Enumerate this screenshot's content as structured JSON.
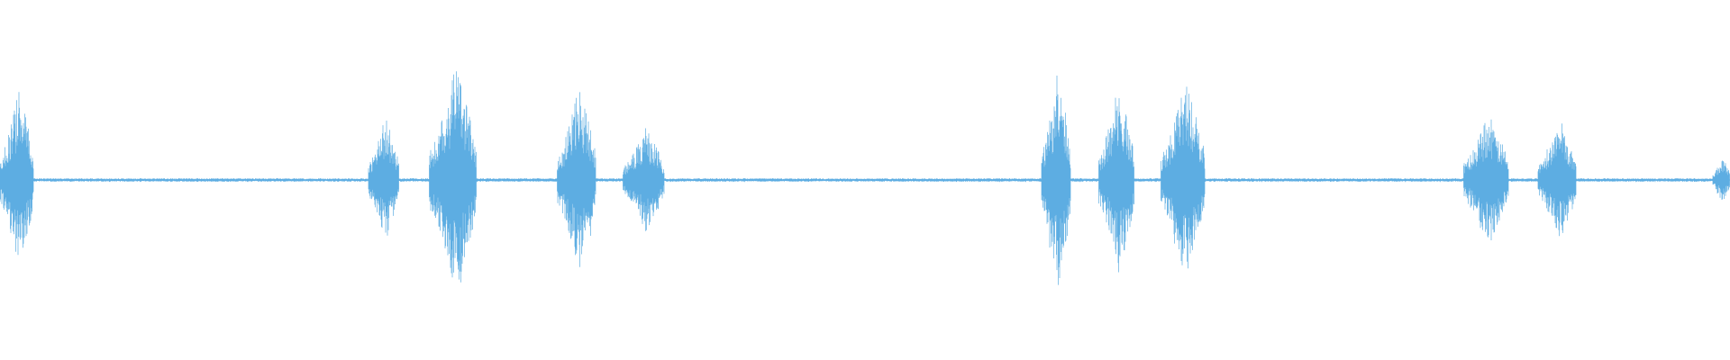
{
  "waveform": {
    "color": "#5dade2",
    "baseline_amplitude": 0.012,
    "bursts": [
      {
        "start": 0.0,
        "end": 0.0195,
        "amplitude": 0.62
      },
      {
        "start": 0.213,
        "end": 0.2305,
        "amplitude": 0.44
      },
      {
        "start": 0.248,
        "end": 0.2755,
        "amplitude": 0.78
      },
      {
        "start": 0.322,
        "end": 0.3445,
        "amplitude": 0.64
      },
      {
        "start": 0.36,
        "end": 0.384,
        "amplitude": 0.36
      },
      {
        "start": 0.602,
        "end": 0.619,
        "amplitude": 0.76
      },
      {
        "start": 0.635,
        "end": 0.6555,
        "amplitude": 0.66
      },
      {
        "start": 0.671,
        "end": 0.6965,
        "amplitude": 0.68
      },
      {
        "start": 0.846,
        "end": 0.872,
        "amplitude": 0.46
      },
      {
        "start": 0.889,
        "end": 0.911,
        "amplitude": 0.44
      },
      {
        "start": 0.99,
        "end": 1.0,
        "amplitude": 0.16
      }
    ]
  }
}
